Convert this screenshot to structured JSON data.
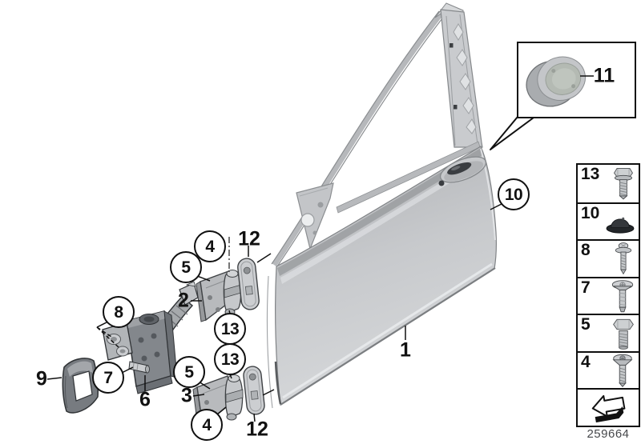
{
  "colors": {
    "line": "#111111",
    "metal_light": "#cdcfd2",
    "metal_mid": "#aeb1b4",
    "metal_dark": "#6d7176",
    "plug_black": "#2e3134",
    "footer_text": "#46484b"
  },
  "callouts": {
    "door": {
      "text": "1"
    },
    "hinge_upper": {
      "text": "2"
    },
    "hinge_lower": {
      "text": "3"
    },
    "screw_4_upper": {
      "text": "4"
    },
    "screw_4_lower": {
      "text": "4"
    },
    "bolt_5_upper": {
      "text": "5"
    },
    "bolt_5_lower": {
      "text": "5"
    },
    "door_brake": {
      "text": "6"
    },
    "pin_7": {
      "text": "7"
    },
    "screw_8": {
      "text": "8"
    },
    "boot_9": {
      "text": "9"
    },
    "plug_10": {
      "text": "10"
    },
    "grommet_11": {
      "text": "11"
    },
    "gasket_12_upper": {
      "text": "12"
    },
    "gasket_12_lower": {
      "text": "12"
    },
    "bolt_13_upper": {
      "text": "13"
    },
    "bolt_13_lower": {
      "text": "13"
    }
  },
  "legend": {
    "rows": [
      {
        "label": "13",
        "icon": "hex-flange-bolt-icon"
      },
      {
        "label": "10",
        "icon": "dome-plug-icon"
      },
      {
        "label": "8",
        "icon": "washer-screw-icon"
      },
      {
        "label": "7",
        "icon": "flat-head-screw-icon"
      },
      {
        "label": "5",
        "icon": "hex-bolt-icon"
      },
      {
        "label": "4",
        "icon": "countersunk-torx-screw-icon"
      },
      {
        "label": "",
        "icon": "direction-arrow-icon"
      }
    ]
  },
  "footer": {
    "doc_number": "259664"
  }
}
